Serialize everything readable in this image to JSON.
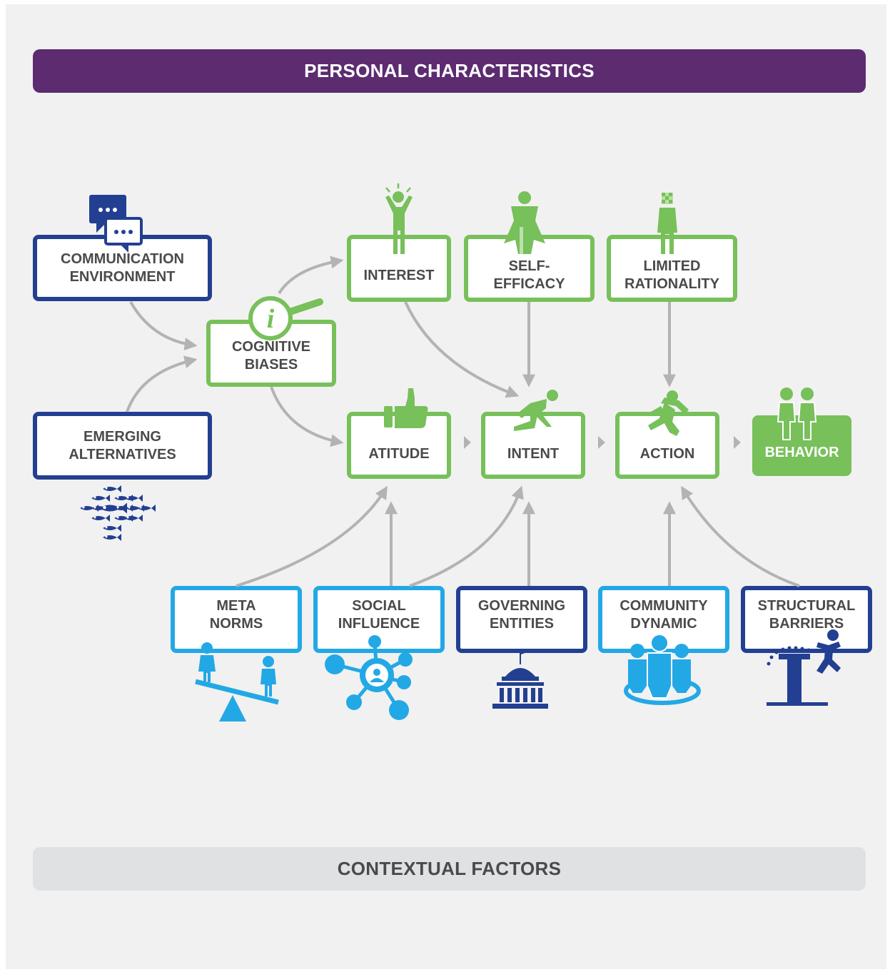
{
  "banners": {
    "top": "PERSONAL CHARACTERISTICS",
    "bottom": "CONTEXTUAL FACTORS"
  },
  "nodes": {
    "communication_environment": "COMMUNICATION\nENVIRONMENT",
    "emerging_alternatives": "EMERGING\nALTERNATIVES",
    "cognitive_biases": "COGNITIVE\nBIASES",
    "interest": "INTEREST",
    "self_efficacy": "SELF-\nEFFICACY",
    "limited_rationality": "LIMITED\nRATIONALITY",
    "attitude": "ATITUDE",
    "intent": "INTENT",
    "action": "ACTION",
    "behavior": "BEHAVIOR",
    "meta_norms": "META\nNORMS",
    "social_influence": "SOCIAL\nINFLUENCE",
    "governing_entities": "GOVERNING\nENTITIES",
    "community_dynamic": "COMMUNITY\nDYNAMIC",
    "structural_barriers": "STRUCTURAL\nBARRIERS"
  },
  "colors": {
    "navy": "#233f91",
    "green": "#77c05a",
    "light_blue": "#23a8e6",
    "purple": "#5c2b70",
    "arrow_gray": "#b3b3b3",
    "text_gray": "#4a4a4a"
  },
  "icons": {
    "communication_environment": "chat-bubbles-icon",
    "emerging_alternatives": "fish-school-icon",
    "cognitive_biases": "info-magnifier-icon",
    "interest": "excited-person-icon",
    "self_efficacy": "superhero-icon",
    "limited_rationality": "person-pixel-head-icon",
    "attitude": "thumbs-up-icon",
    "intent": "crouching-runner-icon",
    "action": "running-person-icon",
    "behavior": "two-people-icon",
    "meta_norms": "seesaw-icon",
    "social_influence": "network-icon",
    "governing_entities": "capitol-building-icon",
    "community_dynamic": "group-circle-icon",
    "structural_barriers": "barrier-jump-icon"
  }
}
